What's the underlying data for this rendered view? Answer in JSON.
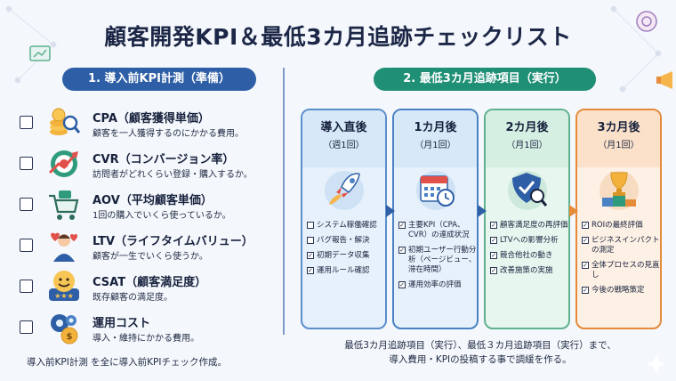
{
  "title": "顧客開発KPI＆最低3カ月追跡チェックリスト",
  "left": {
    "header": "1. 導入前KPI計測（準備）",
    "items": [
      {
        "title": "CPA（顧客獲得単価）",
        "desc": "顧客を一人獲得するのにかかる費用。",
        "icon": "coins-magnifier-icon"
      },
      {
        "title": "CVR（コンバージョン率）",
        "desc": "訪問者がどれくらい登録・購入するか。",
        "icon": "target-arrow-icon"
      },
      {
        "title": "AOV（平均顧客単価）",
        "desc": "1回の購入でいくら使っているか。",
        "icon": "shopping-cart-icon"
      },
      {
        "title": "LTV（ライフタイムバリュー）",
        "desc": "顧客が一生でいくら使うか。",
        "icon": "person-heart-icon"
      },
      {
        "title": "CSAT（顧客満足度）",
        "desc": "既存顧客の満足度。",
        "icon": "smiley-rating-icon"
      },
      {
        "title": "運用コスト",
        "desc": "導入・維持にかかる費用。",
        "icon": "gears-coin-icon"
      }
    ],
    "footer": "導入前KPI計測 を全に導入前KPIチェック作成。"
  },
  "right": {
    "header": "2. 最低3カ月追跡項目（実行）",
    "phases": [
      {
        "title": "導入直後",
        "sub": "（週1回）",
        "icon": "rocket-icon",
        "items": [
          {
            "text": "システム稼働確認",
            "checked": false
          },
          {
            "text": "バグ報告・解決",
            "checked": false
          },
          {
            "text": "初期データ収集",
            "checked": true
          },
          {
            "text": "運用ルール確認",
            "checked": true
          }
        ]
      },
      {
        "title": "1カ月後",
        "sub": "（月1回）",
        "icon": "calendar-clock-icon",
        "items": [
          {
            "text": "主要KPI（CPA、CVR）の達成状況",
            "checked": true
          },
          {
            "text": "初期ユーザー行動分析（ページビュー、滞在時間）",
            "checked": true
          },
          {
            "text": "運用効率の評価",
            "checked": true
          }
        ]
      },
      {
        "title": "2カ月後",
        "sub": "（月1回）",
        "icon": "shield-magnifier-icon",
        "items": [
          {
            "text": "顧客満足度の再評価",
            "checked": true
          },
          {
            "text": "LTVへの影響分析",
            "checked": true
          },
          {
            "text": "競合他社の動き",
            "checked": true
          },
          {
            "text": "改善施策の実施",
            "checked": true
          }
        ]
      },
      {
        "title": "3カ月後",
        "sub": "（月1回）",
        "icon": "trophy-podium-icon",
        "items": [
          {
            "text": "ROIの最終評価",
            "checked": true
          },
          {
            "text": "ビジネスインパクトの測定",
            "checked": true
          },
          {
            "text": "全体プロセスの見直し",
            "checked": true
          },
          {
            "text": "今後の戦略策定",
            "checked": true
          }
        ]
      }
    ],
    "footer_line1": "最低3カ月追跡項目（実行）、最低３カ月追跡項目（実行）まで、",
    "footer_line2": "導入費用・KPIの投稿する事で調緩を作る。"
  }
}
